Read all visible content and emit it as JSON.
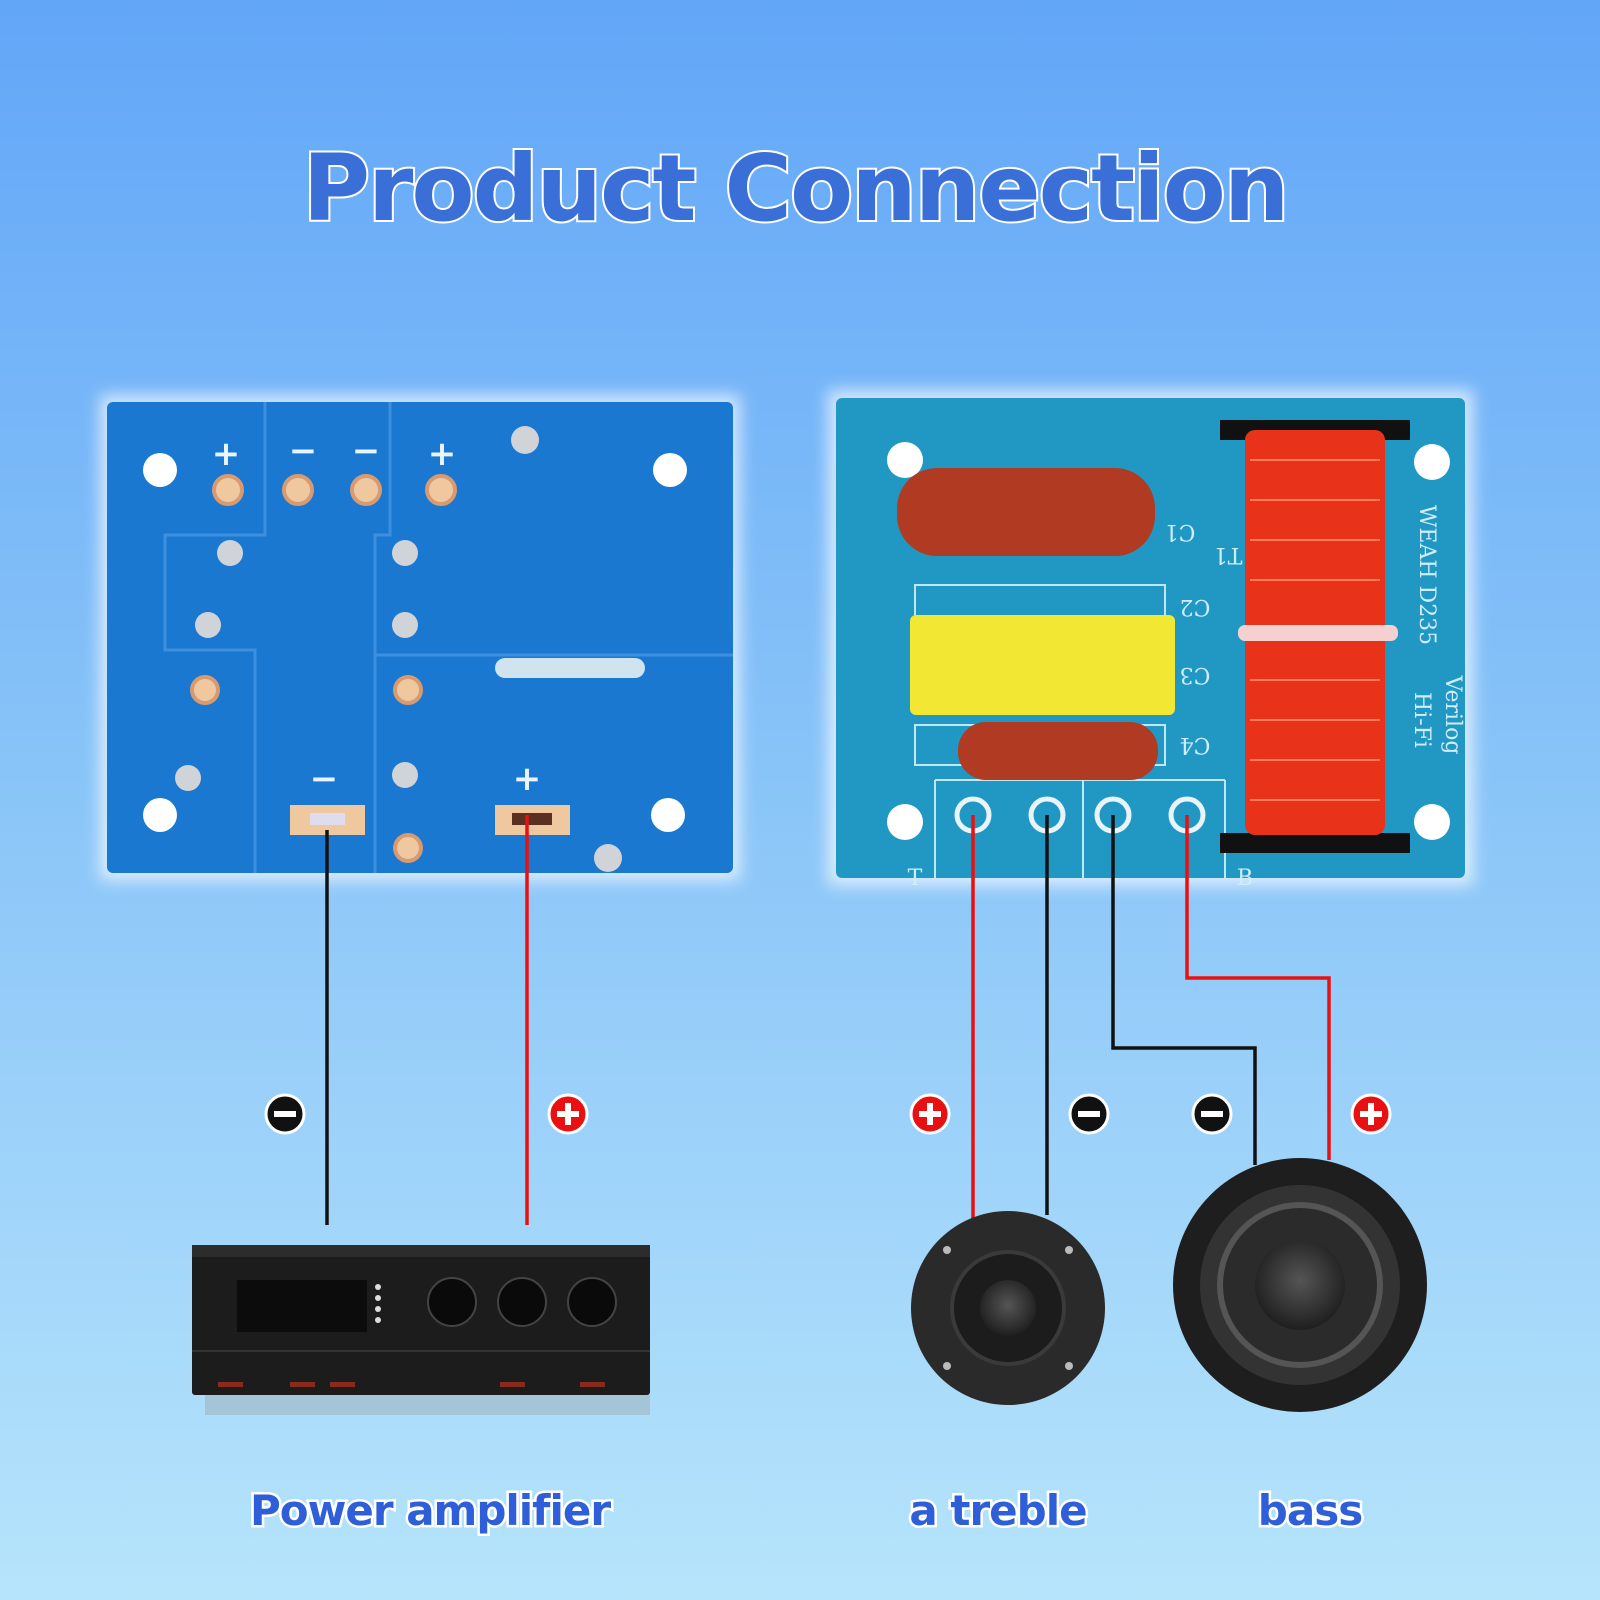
{
  "title": "Product Connection",
  "labels": {
    "amplifier": "Power amplifier",
    "treble": "a treble",
    "bass": "bass"
  },
  "left_board": {
    "plus": "+",
    "minus": "−"
  },
  "right_board": {
    "c1": "C1",
    "c2": "C2",
    "c3": "C3",
    "c4": "C4",
    "t1": "T1",
    "model": "WEAH D235",
    "brand": "Verilog",
    "hifi": "Hi-Fi",
    "t_terminal": "T",
    "b_terminal": "B"
  },
  "colors": {
    "positive_wire": "#e81010",
    "negative_wire": "#111111",
    "title": "#3a6fd8",
    "board_left": "#1a78d0",
    "board_right": "#2198c4"
  },
  "polarity_icons": [
    "minus-icon",
    "plus-icon",
    "plus-icon",
    "minus-icon",
    "minus-icon",
    "plus-icon"
  ]
}
